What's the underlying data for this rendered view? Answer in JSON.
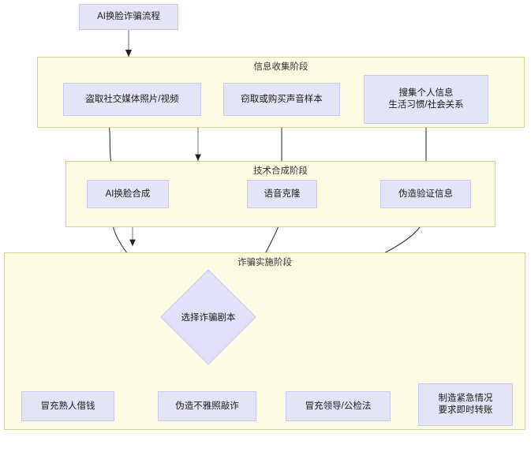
{
  "diagram": {
    "title_node": {
      "label": "AI换脸诈骗流程"
    },
    "stages": [
      {
        "id": "stage-info-collection",
        "label": "信息收集阶段",
        "nodes": [
          {
            "id": "node-steal-social-media",
            "label": "盗取社交媒体照片/视频"
          },
          {
            "id": "node-steal-voice-sample",
            "label": "窃取或购买声音样本"
          },
          {
            "id": "node-collect-personal-info",
            "label": "搜集个人信息\n生活习惯/社会关系"
          }
        ]
      },
      {
        "id": "stage-tech-synthesis",
        "label": "技术合成阶段",
        "nodes": [
          {
            "id": "node-ai-faceswap",
            "label": "AI换脸合成"
          },
          {
            "id": "node-voice-clone",
            "label": "语音克隆"
          },
          {
            "id": "node-forge-verification",
            "label": "伪造验证信息"
          }
        ]
      },
      {
        "id": "stage-fraud-execution",
        "label": "诈骗实施阶段",
        "decision": {
          "id": "node-choose-script",
          "label": "选择诈骗剧本"
        },
        "nodes": [
          {
            "id": "node-impersonate-acquaintance",
            "label": "冒充熟人借钱"
          },
          {
            "id": "node-fake-nude-blackmail",
            "label": "伪造不雅照敲诈"
          },
          {
            "id": "node-impersonate-official",
            "label": "冒充领导/公检法"
          },
          {
            "id": "node-create-emergency",
            "label": "制造紧急情况\n要求即时转账"
          }
        ]
      }
    ],
    "colors": {
      "node_fill": "#e4e4f8",
      "node_border": "#c8c8ee",
      "cluster_fill": "#fcfce4",
      "cluster_border": "#d5d58a",
      "edge_stroke": "#333333",
      "text": "#1a1a1a"
    }
  }
}
